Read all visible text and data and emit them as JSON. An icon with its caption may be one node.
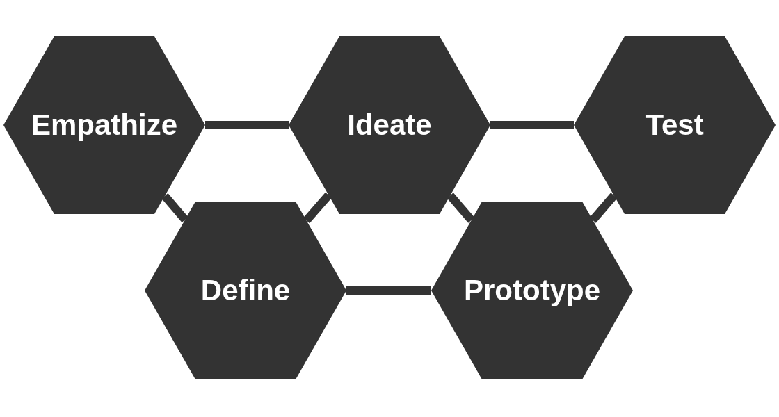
{
  "diagram": {
    "nodes": [
      {
        "text": [
          "Empathize"
        ]
      },
      {
        "text": [
          "Ideate"
        ]
      },
      {
        "text": [
          "Test"
        ]
      },
      {
        "text": [
          "Define"
        ]
      },
      {
        "text": [
          "Prototype"
        ]
      }
    ],
    "edges": [
      {
        "from": 0,
        "to": 1,
        "arrow": "none"
      },
      {
        "from": 1,
        "to": 2,
        "arrow": "none"
      },
      {
        "from": 0,
        "to": 3,
        "arrow": "none"
      },
      {
        "from": 3,
        "to": 1,
        "arrow": "none"
      },
      {
        "from": 1,
        "to": 4,
        "arrow": "none"
      },
      {
        "from": 4,
        "to": 2,
        "arrow": "none"
      },
      {
        "from": 3,
        "to": 4,
        "arrow": "none"
      }
    ]
  }
}
